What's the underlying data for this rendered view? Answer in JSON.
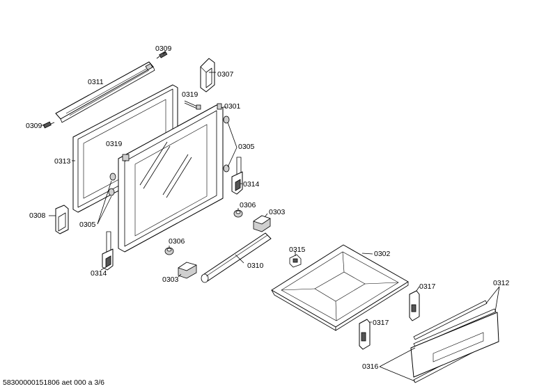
{
  "labels": {
    "p0309a": "0309",
    "p0309b": "0309",
    "p0311": "0311",
    "p0307": "0307",
    "p0319a": "0319",
    "p0319b": "0319",
    "p0301": "0301",
    "p0305a": "0305",
    "p0305b": "0305",
    "p0313": "0313",
    "p0314a": "0314",
    "p0314b": "0314",
    "p0306a": "0306",
    "p0306b": "0306",
    "p0303a": "0303",
    "p0303b": "0303",
    "p0308": "0308",
    "p0310": "0310",
    "p0315": "0315",
    "p0302": "0302",
    "p0317a": "0317",
    "p0317b": "0317",
    "p0312": "0312",
    "p0316": "0316"
  },
  "footer": "58300000151806 aet 000 a 3/6"
}
